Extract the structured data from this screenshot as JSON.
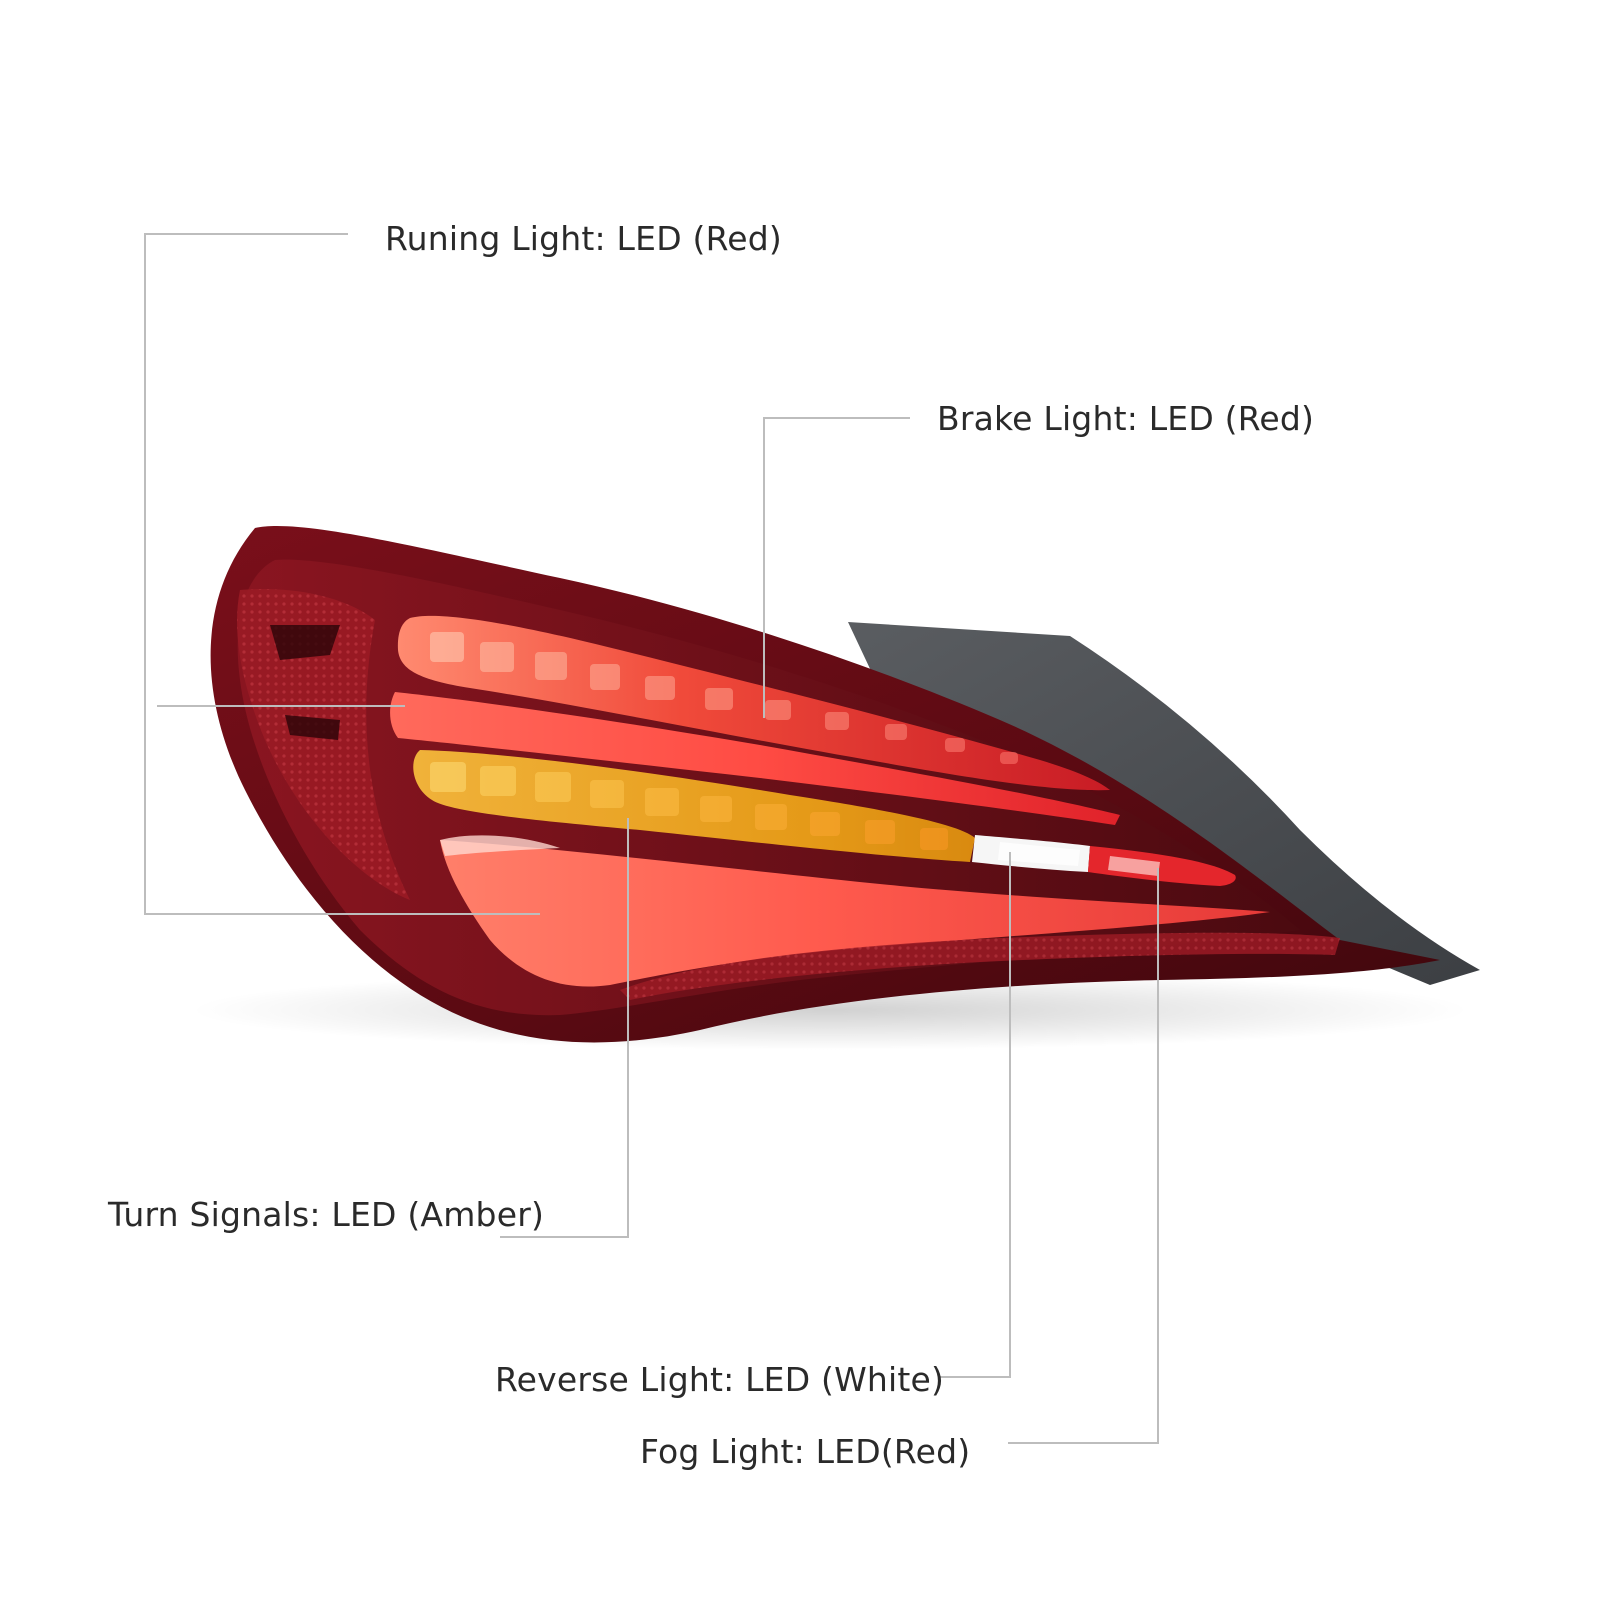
{
  "callouts": {
    "running": "Runing Light: LED (Red)",
    "brake": "Brake Light: LED (Red)",
    "turn": "Turn Signals: LED (Amber)",
    "reverse": "Reverse Light: LED (White)",
    "fog": "Fog Light: LED(Red)"
  },
  "colors": {
    "leader_line": "#bdbdbd",
    "housing": "#6e0d16",
    "running_glow": "#ff5a4e",
    "brake_red": "#e0222a",
    "turn_amber": "#e8a51e",
    "reverse_white": "#f4f4f4",
    "mount_gray": "#4d5054"
  }
}
